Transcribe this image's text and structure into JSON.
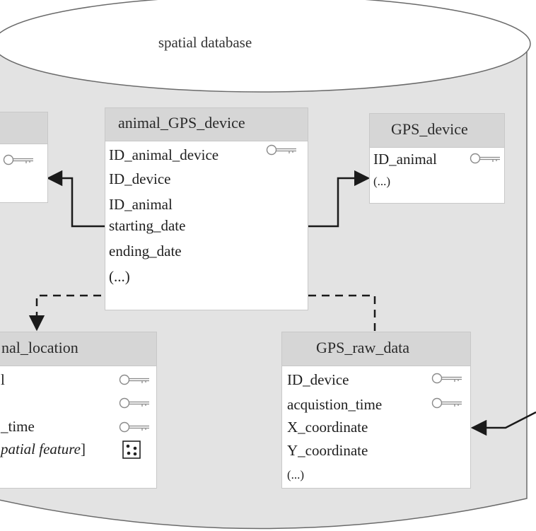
{
  "database": {
    "label": "spatial database"
  },
  "tables": {
    "animal_gps_device": {
      "title": "animal_GPS_device",
      "fields": [
        "ID_animal_device",
        "ID_device",
        "ID_animal",
        "starting_date",
        "ending_date",
        "(...)"
      ],
      "key_icon": "key-icon"
    },
    "gps_device": {
      "title": "GPS_device",
      "fields": [
        "ID_animal",
        "(...)"
      ],
      "key_icon": "key-icon"
    },
    "animal_location": {
      "title": "nal_location",
      "fields": [
        "l",
        "",
        "_time",
        "patial feature"
      ],
      "spatial_icon": "spatial-feature-icon"
    },
    "gps_raw_data": {
      "title": "GPS_raw_data",
      "fields": [
        "ID_device",
        "acquistion_time",
        "X_coordinate",
        "Y_coordinate",
        "(...)"
      ],
      "key_icon": "key-icon"
    }
  },
  "colors": {
    "cylinder_fill": "#e3e3e3",
    "header_fill": "#d6d6d6",
    "line": "#1a1a1a"
  }
}
